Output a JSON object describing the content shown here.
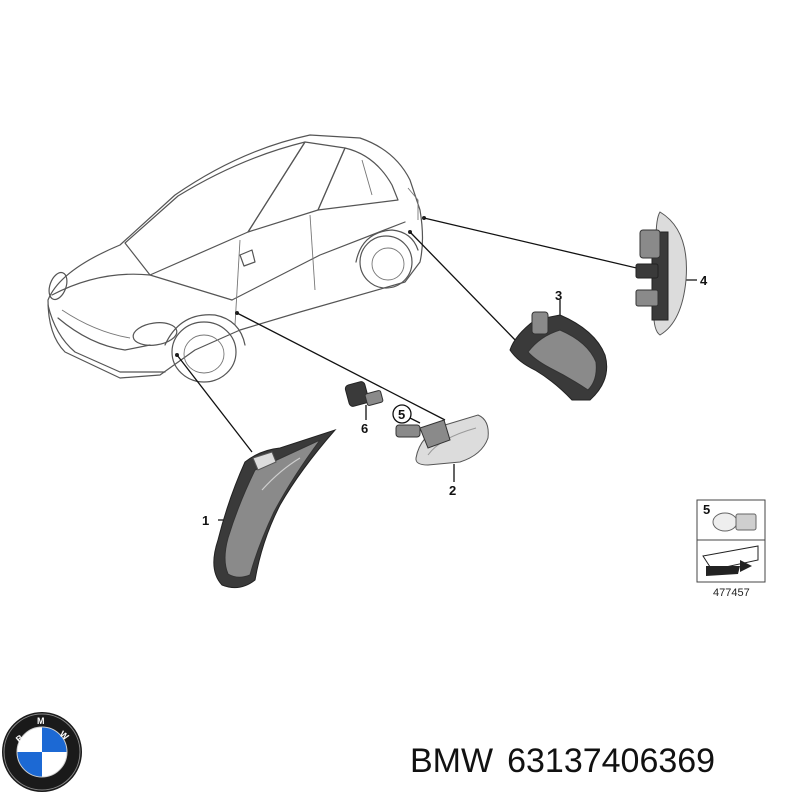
{
  "callouts": {
    "part1": "1",
    "part2": "2",
    "part3": "3",
    "part4": "4",
    "part5": "5",
    "part6": "6"
  },
  "legend": {
    "bulb_number": "5",
    "diagram_id": "477457"
  },
  "caption": {
    "brand": "BMW",
    "part_number": "63137406369"
  },
  "logo": {
    "letters": "BMW",
    "colors": {
      "blue": "#1c69d4",
      "white": "#ffffff",
      "ring": "#1a1a1a"
    }
  }
}
